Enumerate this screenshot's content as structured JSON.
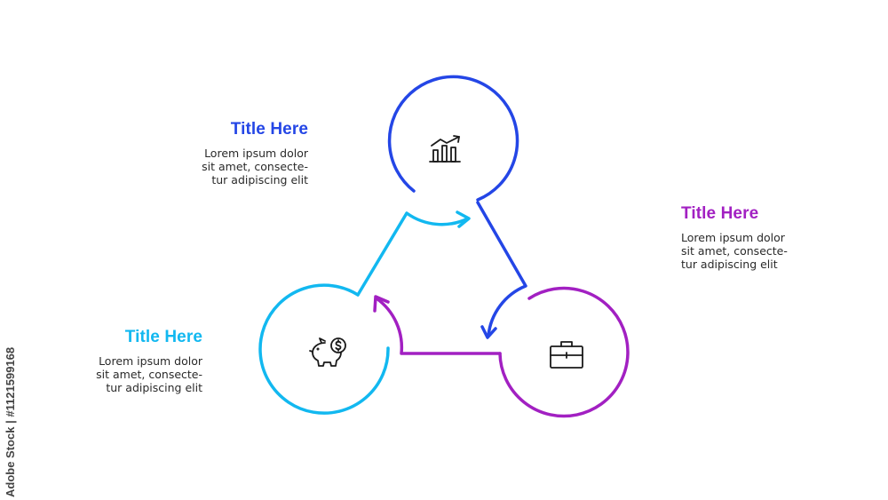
{
  "colors": {
    "blue": "#2446e6",
    "cyan": "#12b8f0",
    "purple": "#a220c2",
    "icon": "#1a1a1a"
  },
  "blocks": [
    {
      "key": "blue",
      "title": "Title Here",
      "text": "Lorem ipsum dolor\nsit amet, consecte-\ntur adipiscing elit"
    },
    {
      "key": "purple",
      "title": "Title Here",
      "text": "Lorem ipsum dolor\nsit amet, consecte-\ntur adipiscing elit"
    },
    {
      "key": "cyan",
      "title": "Title Here",
      "text": "Lorem ipsum dolor\nsit amet, consecte-\ntur adipiscing elit"
    }
  ],
  "icons": {
    "blue": "bar-chart-growth-icon",
    "cyan": "piggy-bank-dollar-icon",
    "purple": "briefcase-icon"
  },
  "watermark": "Adobe Stock | #1121599168"
}
